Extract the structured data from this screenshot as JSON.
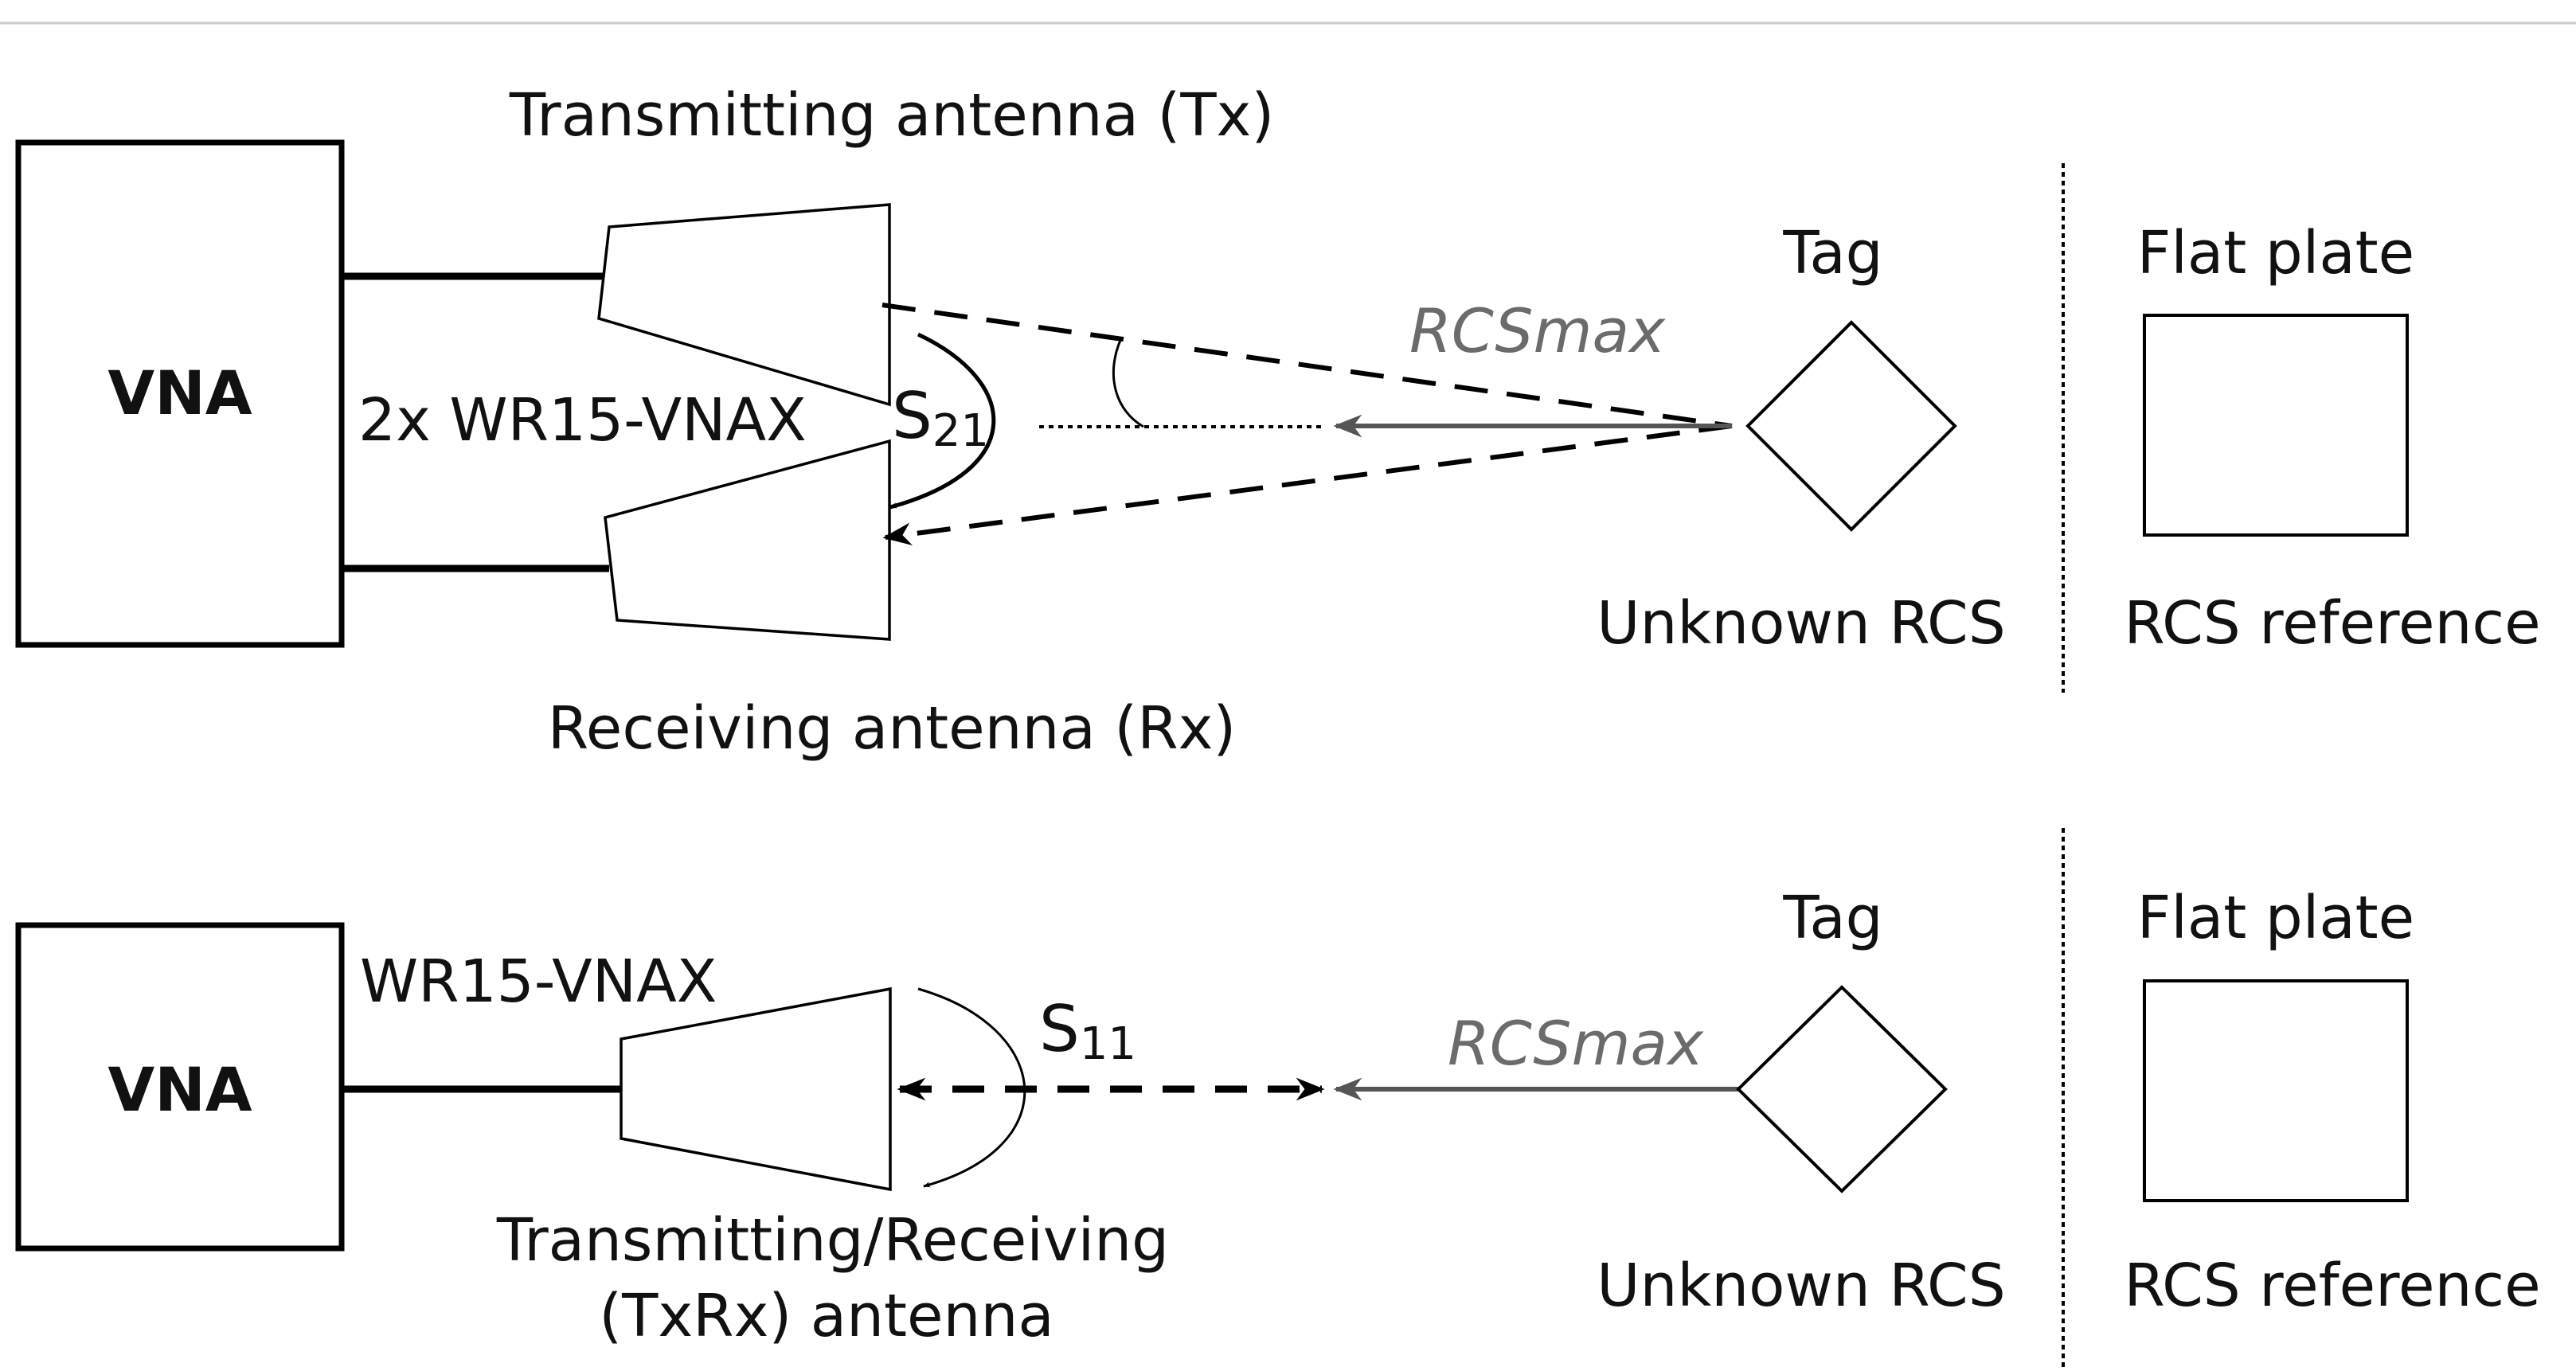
{
  "top_setup": {
    "vna_label": "VNA",
    "tx_antenna_label": "Transmitting antenna (Tx)",
    "rx_antenna_label": "Receiving antenna (Rx)",
    "frequency_extender_label": "2x WR15-VNAX",
    "s_param": {
      "base": "S",
      "sub": "21"
    },
    "rcs_label": "RCSmax",
    "tag_title": "Tag",
    "tag_caption": "Unknown RCS",
    "plate_title": "Flat plate",
    "plate_caption": "RCS reference"
  },
  "bottom_setup": {
    "vna_label": "VNA",
    "frequency_extender_label": "WR15-VNAX",
    "txrx_antenna_label_line1": "Transmitting/Receiving",
    "txrx_antenna_label_line2": "(TxRx) antenna",
    "s_param": {
      "base": "S",
      "sub": "11"
    },
    "rcs_label": "RCSmax",
    "tag_title": "Tag",
    "tag_caption": "Unknown RCS",
    "plate_title": "Flat plate",
    "plate_caption": "RCS reference"
  },
  "colors": {
    "line": "#000000",
    "rcs_text": "#6b6b6b",
    "rcs_arrow": "#555555",
    "divider": "#cccccc"
  }
}
